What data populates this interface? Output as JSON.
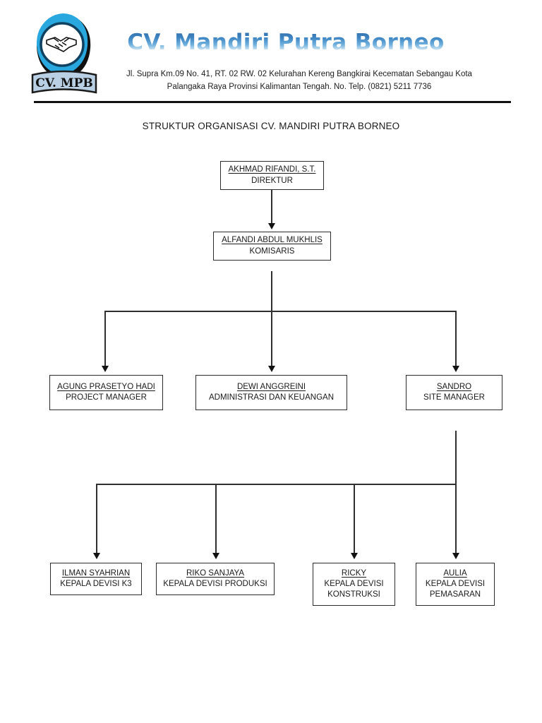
{
  "header": {
    "logo": {
      "icon": "handshake-logo",
      "banner_text": "CV. MPB"
    },
    "company_name": "CV. Mandiri Putra Borneo",
    "address_line1": "Jl. Supra Km.09 No. 41, RT. 02 RW. 02 Kelurahan Kereng Bangkirai Kecematan Sebangau Kota",
    "address_line2": "Palangaka Raya Provinsi Kalimantan Tengah. No. Telp. (0821) 5211 7736"
  },
  "chart": {
    "title": "STRUKTUR ORGANISASI CV. MANDIRI PUTRA BORNEO",
    "nodes": {
      "direktur": {
        "person": "AKHMAD RIFANDI, S.T.",
        "role": "DIREKTUR"
      },
      "komisaris": {
        "person": "ALFANDI ABDUL MUKHLIS",
        "role": "KOMISARIS"
      },
      "project_manager": {
        "person": "AGUNG PRASETYO HADI",
        "role": "PROJECT MANAGER"
      },
      "administrasi": {
        "person": "DEWI ANGGREINI",
        "role": "ADMINISTRASI DAN KEUANGAN"
      },
      "site_manager": {
        "person": "SANDRO",
        "role": "SITE MANAGER"
      },
      "devisi_k3": {
        "person": "ILMAN SYAHRIAN",
        "role": "KEPALA DEVISI K3"
      },
      "devisi_produksi": {
        "person": "RIKO SANJAYA",
        "role": "KEPALA DEVISI PRODUKSI"
      },
      "devisi_konstruksi": {
        "person": "RICKY",
        "role_line1": "KEPALA DEVISI",
        "role_line2": "KONSTRUKSI"
      },
      "devisi_pemasaran": {
        "person": "AULIA",
        "role_line1": "KEPALA DEVISI",
        "role_line2": "PEMASARAN"
      }
    }
  },
  "colors": {
    "brand_blue": "#3f86c4",
    "line": "#303030",
    "text": "#1a1a1a",
    "rule": "#111111"
  }
}
